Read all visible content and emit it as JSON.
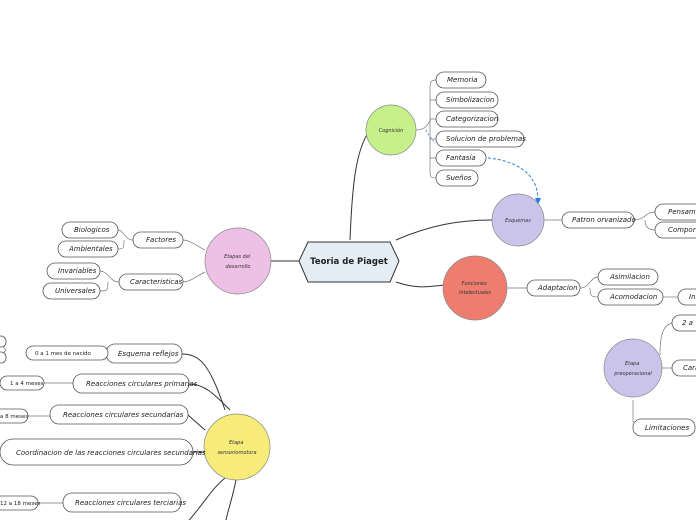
{
  "central": {
    "title": "Teoria de Piaget"
  },
  "branches": {
    "cognicion": {
      "label": "Cognición",
      "color": "#c6f08a",
      "items": [
        "Memoria",
        "Simbolizacion",
        "Categorizacion",
        "Solucion de problemas",
        "Fantasía",
        "Sueños"
      ]
    },
    "esquemas": {
      "label": "Esquemas",
      "color": "#cbc4ea",
      "patron": "Patron orvanizado",
      "children": [
        "Pensamie",
        "Comporta"
      ]
    },
    "funciones": {
      "label": "Funciones intelectuales",
      "color": "#ec7d6f",
      "adaptacion": "Adaptacion",
      "children": [
        "Asimilacion",
        "Acomodacion"
      ],
      "extra": "In"
    },
    "etapas_desarrollo": {
      "label": "Etapas del desarrollo",
      "color": "#efc0e5",
      "factores": {
        "label": "Factores",
        "items": [
          "Biologicos",
          "Ambientales"
        ]
      },
      "caracteristicas": {
        "label": "Caracteristicas",
        "items": [
          "Invariables",
          "Universales"
        ]
      }
    },
    "preoperacional": {
      "label": "Etapa preoperacional",
      "color": "#cbc4ea",
      "children": [
        "2 a",
        "Cara",
        "Limitaciones"
      ]
    },
    "sensoriomotora": {
      "label": "Etapa sensoriomotora",
      "color": "#f7ec7a",
      "items": [
        {
          "label": "Esquema reflejos",
          "age": "0 a 1 mes de nacido"
        },
        {
          "label": "Reacciones circulares primarias",
          "age": "1 a 4 meses"
        },
        {
          "label": "Reacciones circulares secundarias",
          "age": "a 8 meses"
        },
        {
          "label": "Coordinacion de las reacciones circulares secundarias",
          "age": ""
        },
        {
          "label": "Reacciones circulares terciarias",
          "age": "12 a 18 meses"
        }
      ]
    }
  }
}
